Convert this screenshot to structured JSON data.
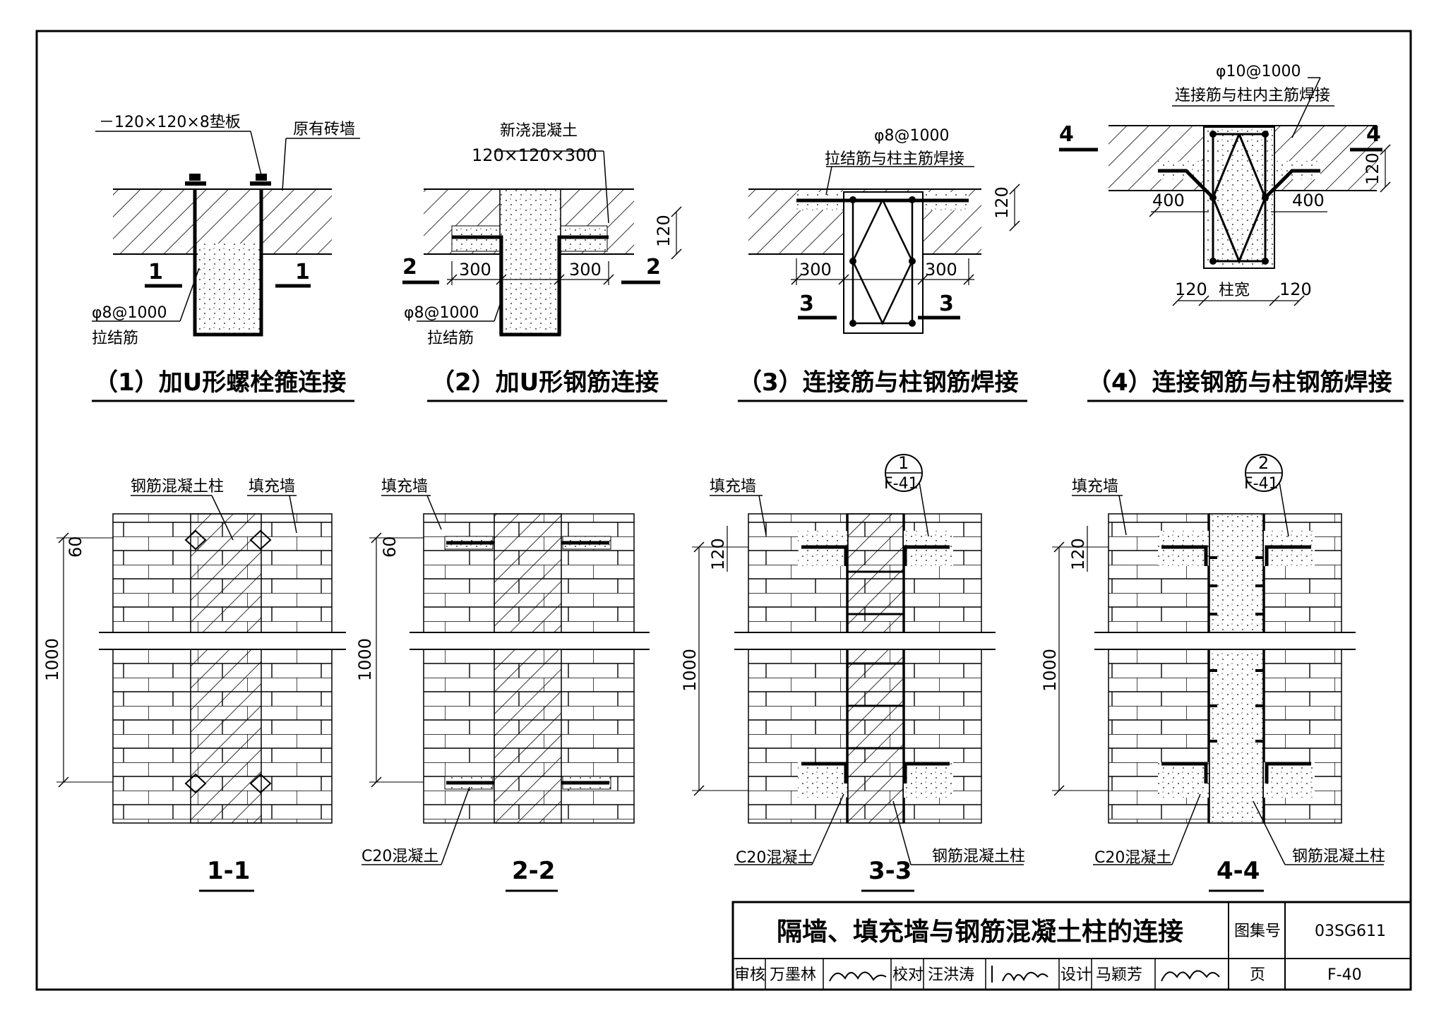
{
  "details": {
    "d1": {
      "caption": "（1）加U形螺栓箍连接",
      "plate": "－120×120×8垫板",
      "wall": "原有砖墙",
      "bar": "φ8@1000",
      "bar_note": "拉结筋",
      "cut_mark": "1"
    },
    "d2": {
      "caption": "（2）加U形钢筋连接",
      "concrete": "新浇混凝土",
      "size": "120×120×300",
      "bar": "φ8@1000",
      "bar_note": "拉结筋",
      "cut_mark": "2",
      "dim_left": "300",
      "dim_right": "300",
      "dim_h": "120"
    },
    "d3": {
      "caption": "（3）连接筋与柱钢筋焊接",
      "bar": "φ8@1000",
      "bar_note": "拉结筋与柱主筋焊接",
      "cut_mark": "3",
      "dim_left": "300",
      "dim_right": "300",
      "dim_h": "120"
    },
    "d4": {
      "caption": "（4）连接钢筋与柱钢筋焊接",
      "bar": "φ10@1000",
      "bar_note": "连接筋与柱内主筋焊接",
      "cut_mark": "4",
      "dim_left": "400",
      "dim_right": "400",
      "dim_h": "120",
      "dim_b1": "120",
      "dim_b2": "柱宽",
      "dim_b3": "120"
    }
  },
  "sections": {
    "s11": {
      "caption": "1-1",
      "column": "钢筋混凝土柱",
      "wall": "填充墙",
      "dim_top": "60",
      "dim_span": "1000"
    },
    "s22": {
      "caption": "2-2",
      "wall": "填充墙",
      "concrete": "C20混凝土",
      "dim_top": "60",
      "dim_span": "1000"
    },
    "s33": {
      "caption": "3-3",
      "wall": "填充墙",
      "concrete": "C20混凝土",
      "column": "钢筋混凝土柱",
      "dim_top": "120",
      "dim_span": "1000",
      "ref_num": "1",
      "ref_sheet": "F-41"
    },
    "s44": {
      "caption": "4-4",
      "wall": "填充墙",
      "concrete": "C20混凝土",
      "column": "钢筋混凝土柱",
      "dim_top": "120",
      "dim_span": "1000",
      "ref_num": "2",
      "ref_sheet": "F-41"
    }
  },
  "title_block": {
    "title": "隔墙、填充墙与钢筋混凝土柱的连接",
    "atlas_label": "图集号",
    "atlas_no": "03SG611",
    "review_label": "审核",
    "reviewer": "万墨林",
    "check_label": "校对",
    "checker": "汪洪涛",
    "design_label": "设计",
    "designer": "马颖芳",
    "page_label": "页",
    "page_no": "F-40"
  }
}
